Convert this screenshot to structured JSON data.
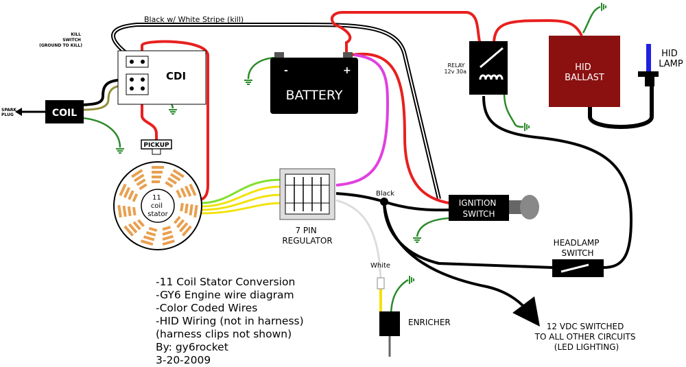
{
  "labels": {
    "kill_wire": "Black w/ White Stripe (kill)",
    "kill_switch": [
      "KILL",
      "SWITCH",
      "(GROUND TO KILL)"
    ],
    "cdi": "CDI",
    "coil": "COIL",
    "spark_plug": [
      "SPARK",
      "PLUG"
    ],
    "pickup": "PICKUP",
    "stator": [
      "11",
      "coil",
      "stator"
    ],
    "battery": "BATTERY",
    "battery_minus": "-",
    "battery_plus": "+",
    "regulator": [
      "7 PIN",
      "REGULATOR"
    ],
    "relay": [
      "RELAY",
      "12v 30a"
    ],
    "hid_ballast": [
      "HID",
      "BALLAST"
    ],
    "hid_lamp": [
      "HID",
      "LAMP"
    ],
    "black_wire": "Black",
    "white_wire": "White",
    "ignition_switch": [
      "IGNITION",
      "SWITCH"
    ],
    "headlamp_switch": [
      "HEADLAMP",
      "SWITCH"
    ],
    "enricher": "ENRICHER",
    "output": [
      "12 VDC SWITCHED",
      "TO ALL OTHER CIRCUITS",
      "(LED LIGHTING)"
    ]
  },
  "notes": [
    "-11 Coil Stator Conversion",
    "-GY6 Engine wire diagram",
    "-Color Coded Wires",
    "-HID Wiring (not in harness)",
    "(harness clips not shown)",
    "By: gy6rocket",
    "3-20-2009"
  ],
  "colors": {
    "ballast": "#8b1010",
    "red_wire": "#e8201f",
    "green_wire": "#2a8a2a",
    "pink_wire": "#e040e0",
    "yellow_wire": "#f2e20a",
    "lime_wire": "#7fe02a",
    "stator_coil": "#e8a050"
  }
}
